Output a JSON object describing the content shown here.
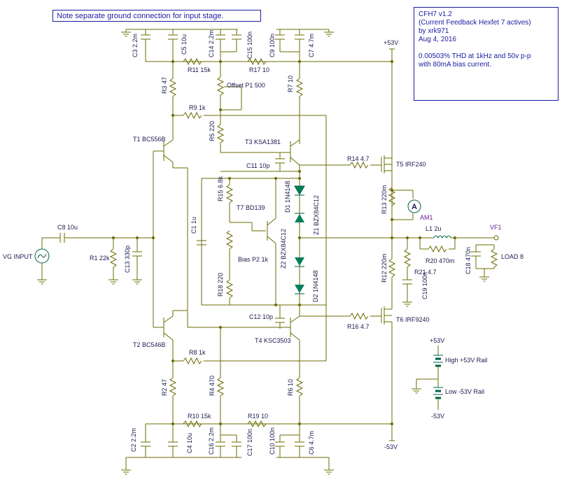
{
  "note": "Note separate ground connection for input stage.",
  "info": {
    "title": "CFH7  v1.2",
    "subtitle": "(Current Feedback Hexfet 7 actives)",
    "author": "by xrk971",
    "date": "Aug 4, 2016",
    "thd_line1": "0.00503% THD at 1kHz and 50v p-p",
    "thd_line2": "with 80mA bias current."
  },
  "labels": {
    "c3": "C3 2.2m",
    "c5": "C5 10u",
    "c14": "C14 2.2m",
    "c15": "C15 100n",
    "c9": "C9 100n",
    "c7": "C7 4.7m",
    "r11": "R11 15k",
    "r17": "R17 10",
    "r3": "R3 47",
    "offset": "Offset P1 500",
    "r7": "R7 10",
    "r9": "R9 1k",
    "r5": "R5 220",
    "t1": "T1 BC556B",
    "t3": "T3 KSA1381",
    "c11": "C11 10p",
    "r14": "R14 4.7",
    "t5": "T5 IRF240",
    "r15": "R15 6.8k",
    "d1": "D1 1N4148",
    "z1": "Z1 BZX84C12",
    "t7": "T7 BD139",
    "c1": "C1 1u",
    "bias": "Bias P2 1k",
    "z2": "Z2 BZX84C12",
    "r18": "R18 220",
    "d2": "D2 1N4148",
    "r13": "R13 220m",
    "am1": "AM1",
    "ammeter": "A",
    "l1": "L1 2u",
    "vf1": "VF1",
    "r20": "R20 470m",
    "r21": "R21 4.7",
    "c18": "C18 470n",
    "load": "LOAD 8",
    "c19": "C19 100n",
    "r12": "R12 220m",
    "c8": "C8 10u",
    "vg": "VG INPUT",
    "r1": "R1 22k",
    "c13": "C13 330p",
    "c12": "C12 10p",
    "r16": "R16 4.7",
    "t6": "T6 IRF9240",
    "t2": "T2 BC546B",
    "t4": "T4 KSC3503",
    "r8": "R8 1k",
    "r2": "R2 47",
    "r4": "R4 470",
    "r6": "R6 10",
    "r10": "R10 15k",
    "r19": "R19 10",
    "c2": "C2 2.2m",
    "c4": "C4 10u",
    "c16": "C16 2.2m",
    "c17": "C17 100n",
    "c10": "C10 100n",
    "c6": "C6 4.7m",
    "plus53_top": "+53V",
    "minus53_bot": "-53V",
    "plus53_src": "+53V",
    "high_rail": "High +53V Rail",
    "low_rail": "Low -53V Rail",
    "minus53_src": "-53V"
  }
}
